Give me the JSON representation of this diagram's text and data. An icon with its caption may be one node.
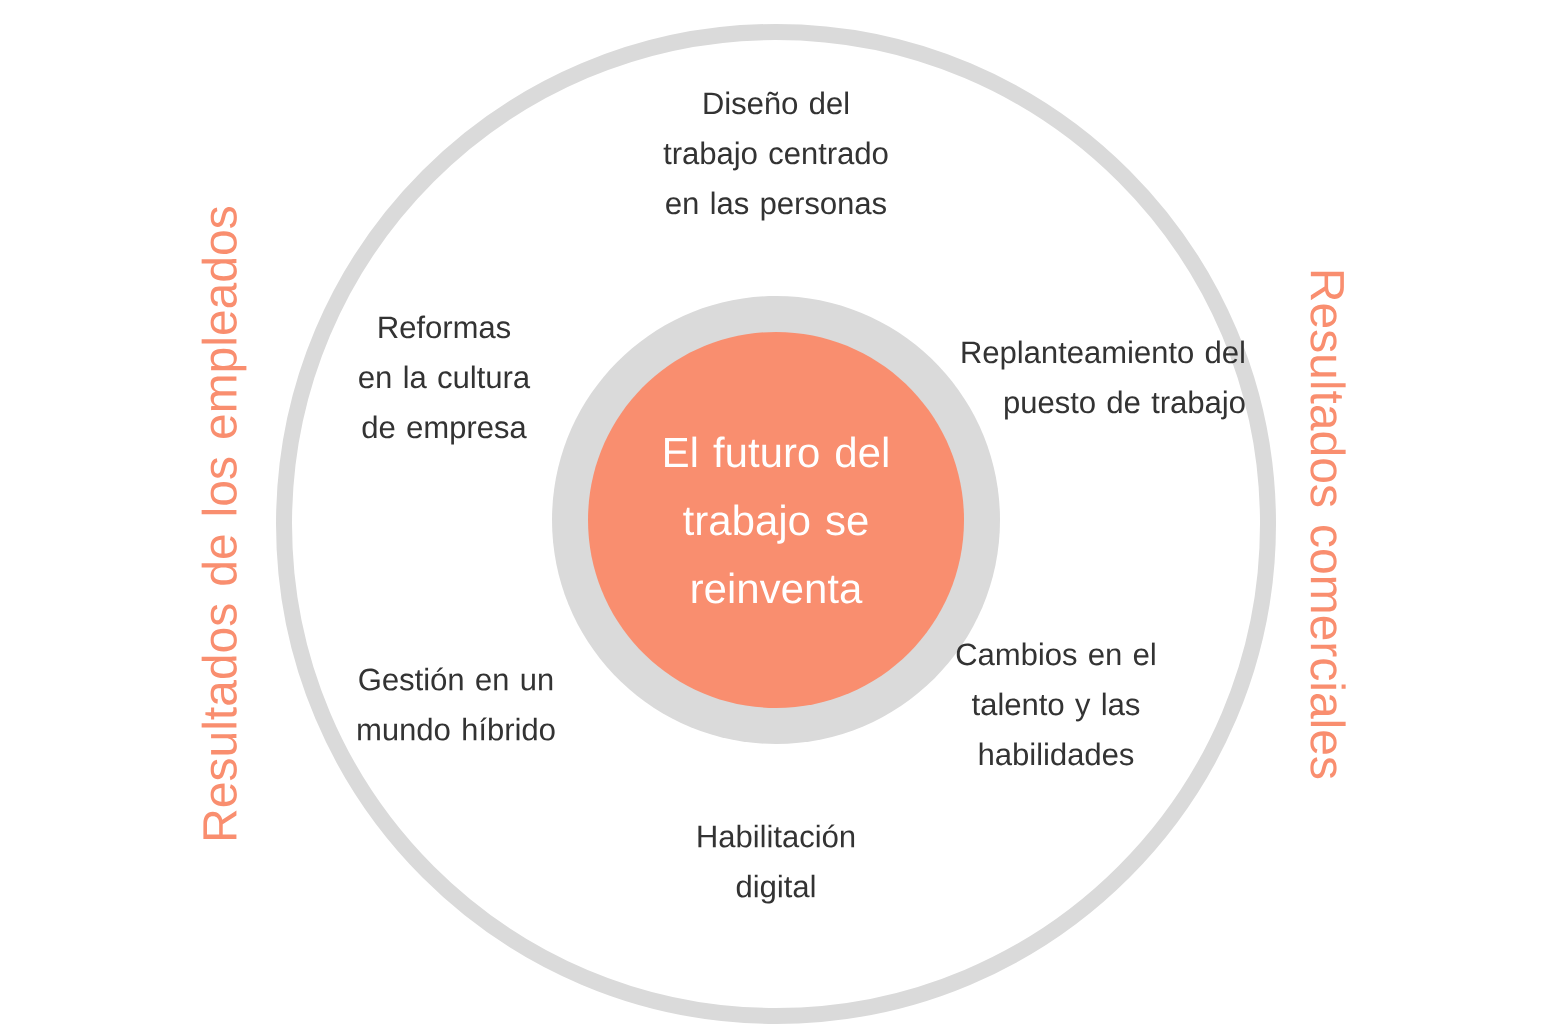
{
  "diagram": {
    "nodes": [
      {
        "text": [
          "El futuro del trabajo se reinventa"
        ]
      }
    ],
    "edges": [],
    "labels": [
      "Diseño del trabajo centrado en las personas",
      "Resultados de los empleados",
      "Reformas en la cultura de empresa",
      "Replanteamiento del puesto de trabajo",
      "Resultados comerciales",
      "Gestión en un mundo híbrido",
      "Cambios en el talento y las habilidades",
      "Habilitación digital"
    ]
  }
}
